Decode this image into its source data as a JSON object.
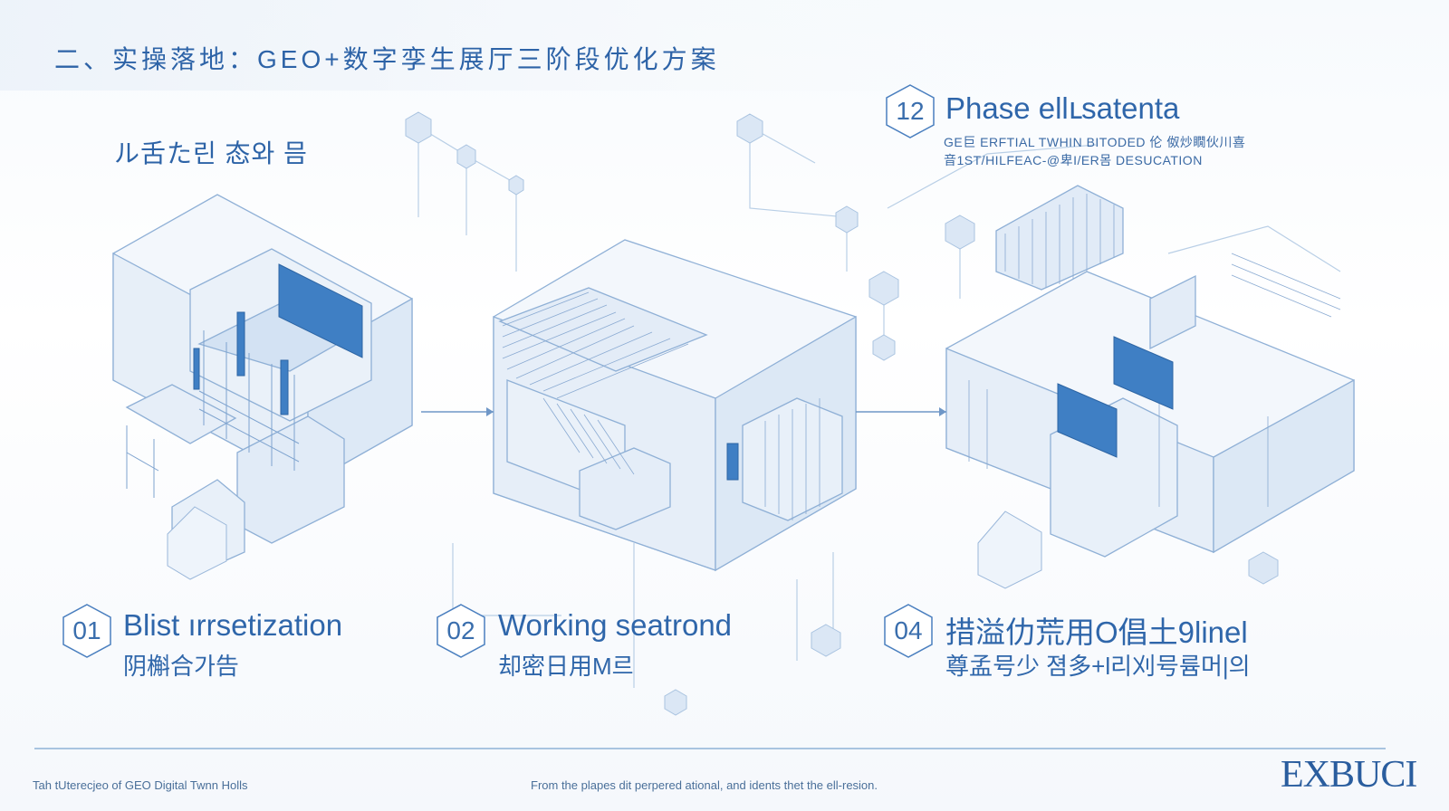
{
  "title": "二、实操落地：GEO+数字孪生展厅三阶段优化方案",
  "left_caption": "ル舌た린 态와 믐",
  "phase_12": {
    "number": "12",
    "title": "Phase ellւsatenta",
    "line1": "GE巨 ERFTIAL TWHIN BITODED 伦 伮炒瞯伙川喜",
    "line2": "音1ST/HILFEAC-@卑I/ER몸 DESUCATION"
  },
  "phases": [
    {
      "number": "01",
      "title": "Blist ırrsetization",
      "sub": "阴槲合가告"
    },
    {
      "number": "02",
      "title": "Working seatrond",
      "sub": "却密日用M르"
    },
    {
      "number": "04",
      "title": "措溢仂荒用O倡土9linel",
      "sub": "尊孟号少 졈多+l리刈号륨머|의"
    }
  ],
  "footer_left": "Tah tUterecjeo of GEO Digital Twnn Holls",
  "footer_center": "From the plapes dit perpered ational, and idents thet the ell-resion.",
  "logo_text": "EXBUCI",
  "colors": {
    "primary": "#2d63a7",
    "line": "#a8c4e0",
    "panel": "#3f7fc4"
  }
}
